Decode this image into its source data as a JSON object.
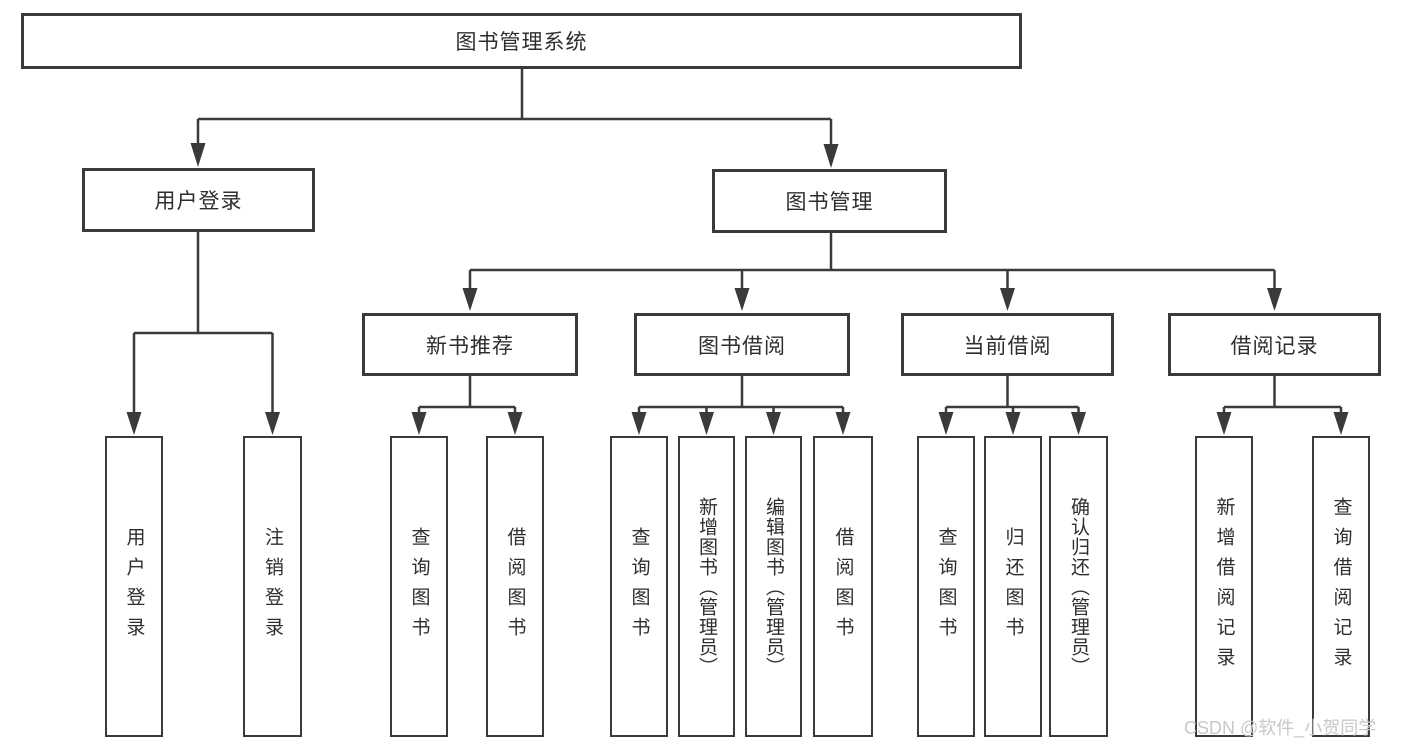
{
  "title": "图书管理系统",
  "watermark": {
    "text": "CSDN @软件_小贺同学"
  },
  "colors": {
    "line": "#3a3a3a",
    "box_border": "#3a3a3a",
    "text": "#2e2e2e",
    "watermark": "#c8c8c8",
    "background": "#ffffff"
  },
  "nodes": {
    "root": {
      "label": "图书管理系统"
    },
    "level2": [
      {
        "label": "用户登录"
      },
      {
        "label": "图书管理"
      }
    ],
    "level3": [
      {
        "label": "新书推荐",
        "parent": "图书管理"
      },
      {
        "label": "图书借阅",
        "parent": "图书管理"
      },
      {
        "label": "当前借阅",
        "parent": "图书管理"
      },
      {
        "label": "借阅记录",
        "parent": "图书管理"
      }
    ],
    "leaves": [
      {
        "label": "用户登录",
        "parent": "用户登录"
      },
      {
        "label": "注销登录",
        "parent": "用户登录"
      },
      {
        "label": "查询图书",
        "parent": "新书推荐"
      },
      {
        "label": "借阅图书",
        "parent": "新书推荐"
      },
      {
        "label": "查询图书",
        "parent": "图书借阅"
      },
      {
        "label": "新增图书（管理员）",
        "parent": "图书借阅"
      },
      {
        "label": "编辑图书（管理员）",
        "parent": "图书借阅"
      },
      {
        "label": "借阅图书",
        "parent": "图书借阅"
      },
      {
        "label": "查询图书",
        "parent": "当前借阅"
      },
      {
        "label": "归还图书",
        "parent": "当前借阅"
      },
      {
        "label": "确认归还（管理员）",
        "parent": "当前借阅"
      },
      {
        "label": "新增借阅记录",
        "parent": "借阅记录"
      },
      {
        "label": "查询借阅记录",
        "parent": "借阅记录"
      }
    ]
  }
}
